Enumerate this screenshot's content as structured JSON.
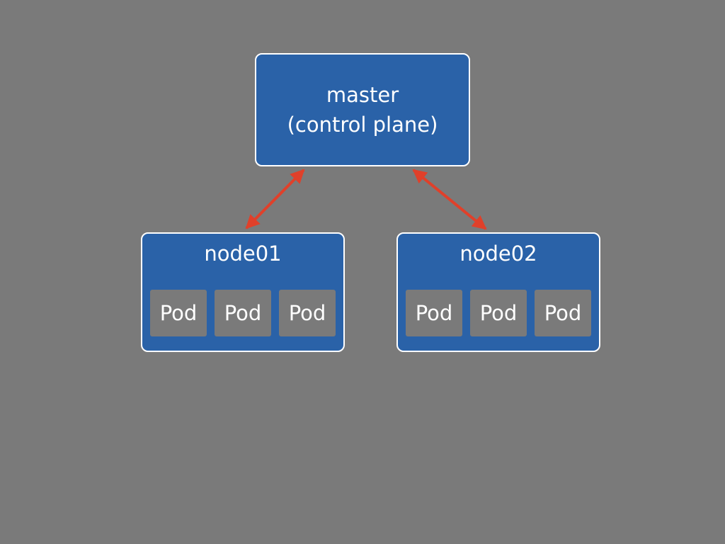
{
  "diagram": {
    "master": {
      "line1": "master",
      "line2": "(control plane)"
    },
    "nodes": [
      {
        "label": "node01",
        "pods": [
          "Pod",
          "Pod",
          "Pod"
        ]
      },
      {
        "label": "node02",
        "pods": [
          "Pod",
          "Pod",
          "Pod"
        ]
      }
    ],
    "connectors": [
      {
        "from": "master",
        "to": "node01",
        "direction": "bidirectional"
      },
      {
        "from": "master",
        "to": "node02",
        "direction": "bidirectional"
      }
    ]
  },
  "colors": {
    "background": "#7a7a7a",
    "box_fill": "#2a62a8",
    "box_border": "#ffffff",
    "pod_fill": "#7a7a7a",
    "arrow": "#e0402a",
    "text": "#ffffff"
  }
}
